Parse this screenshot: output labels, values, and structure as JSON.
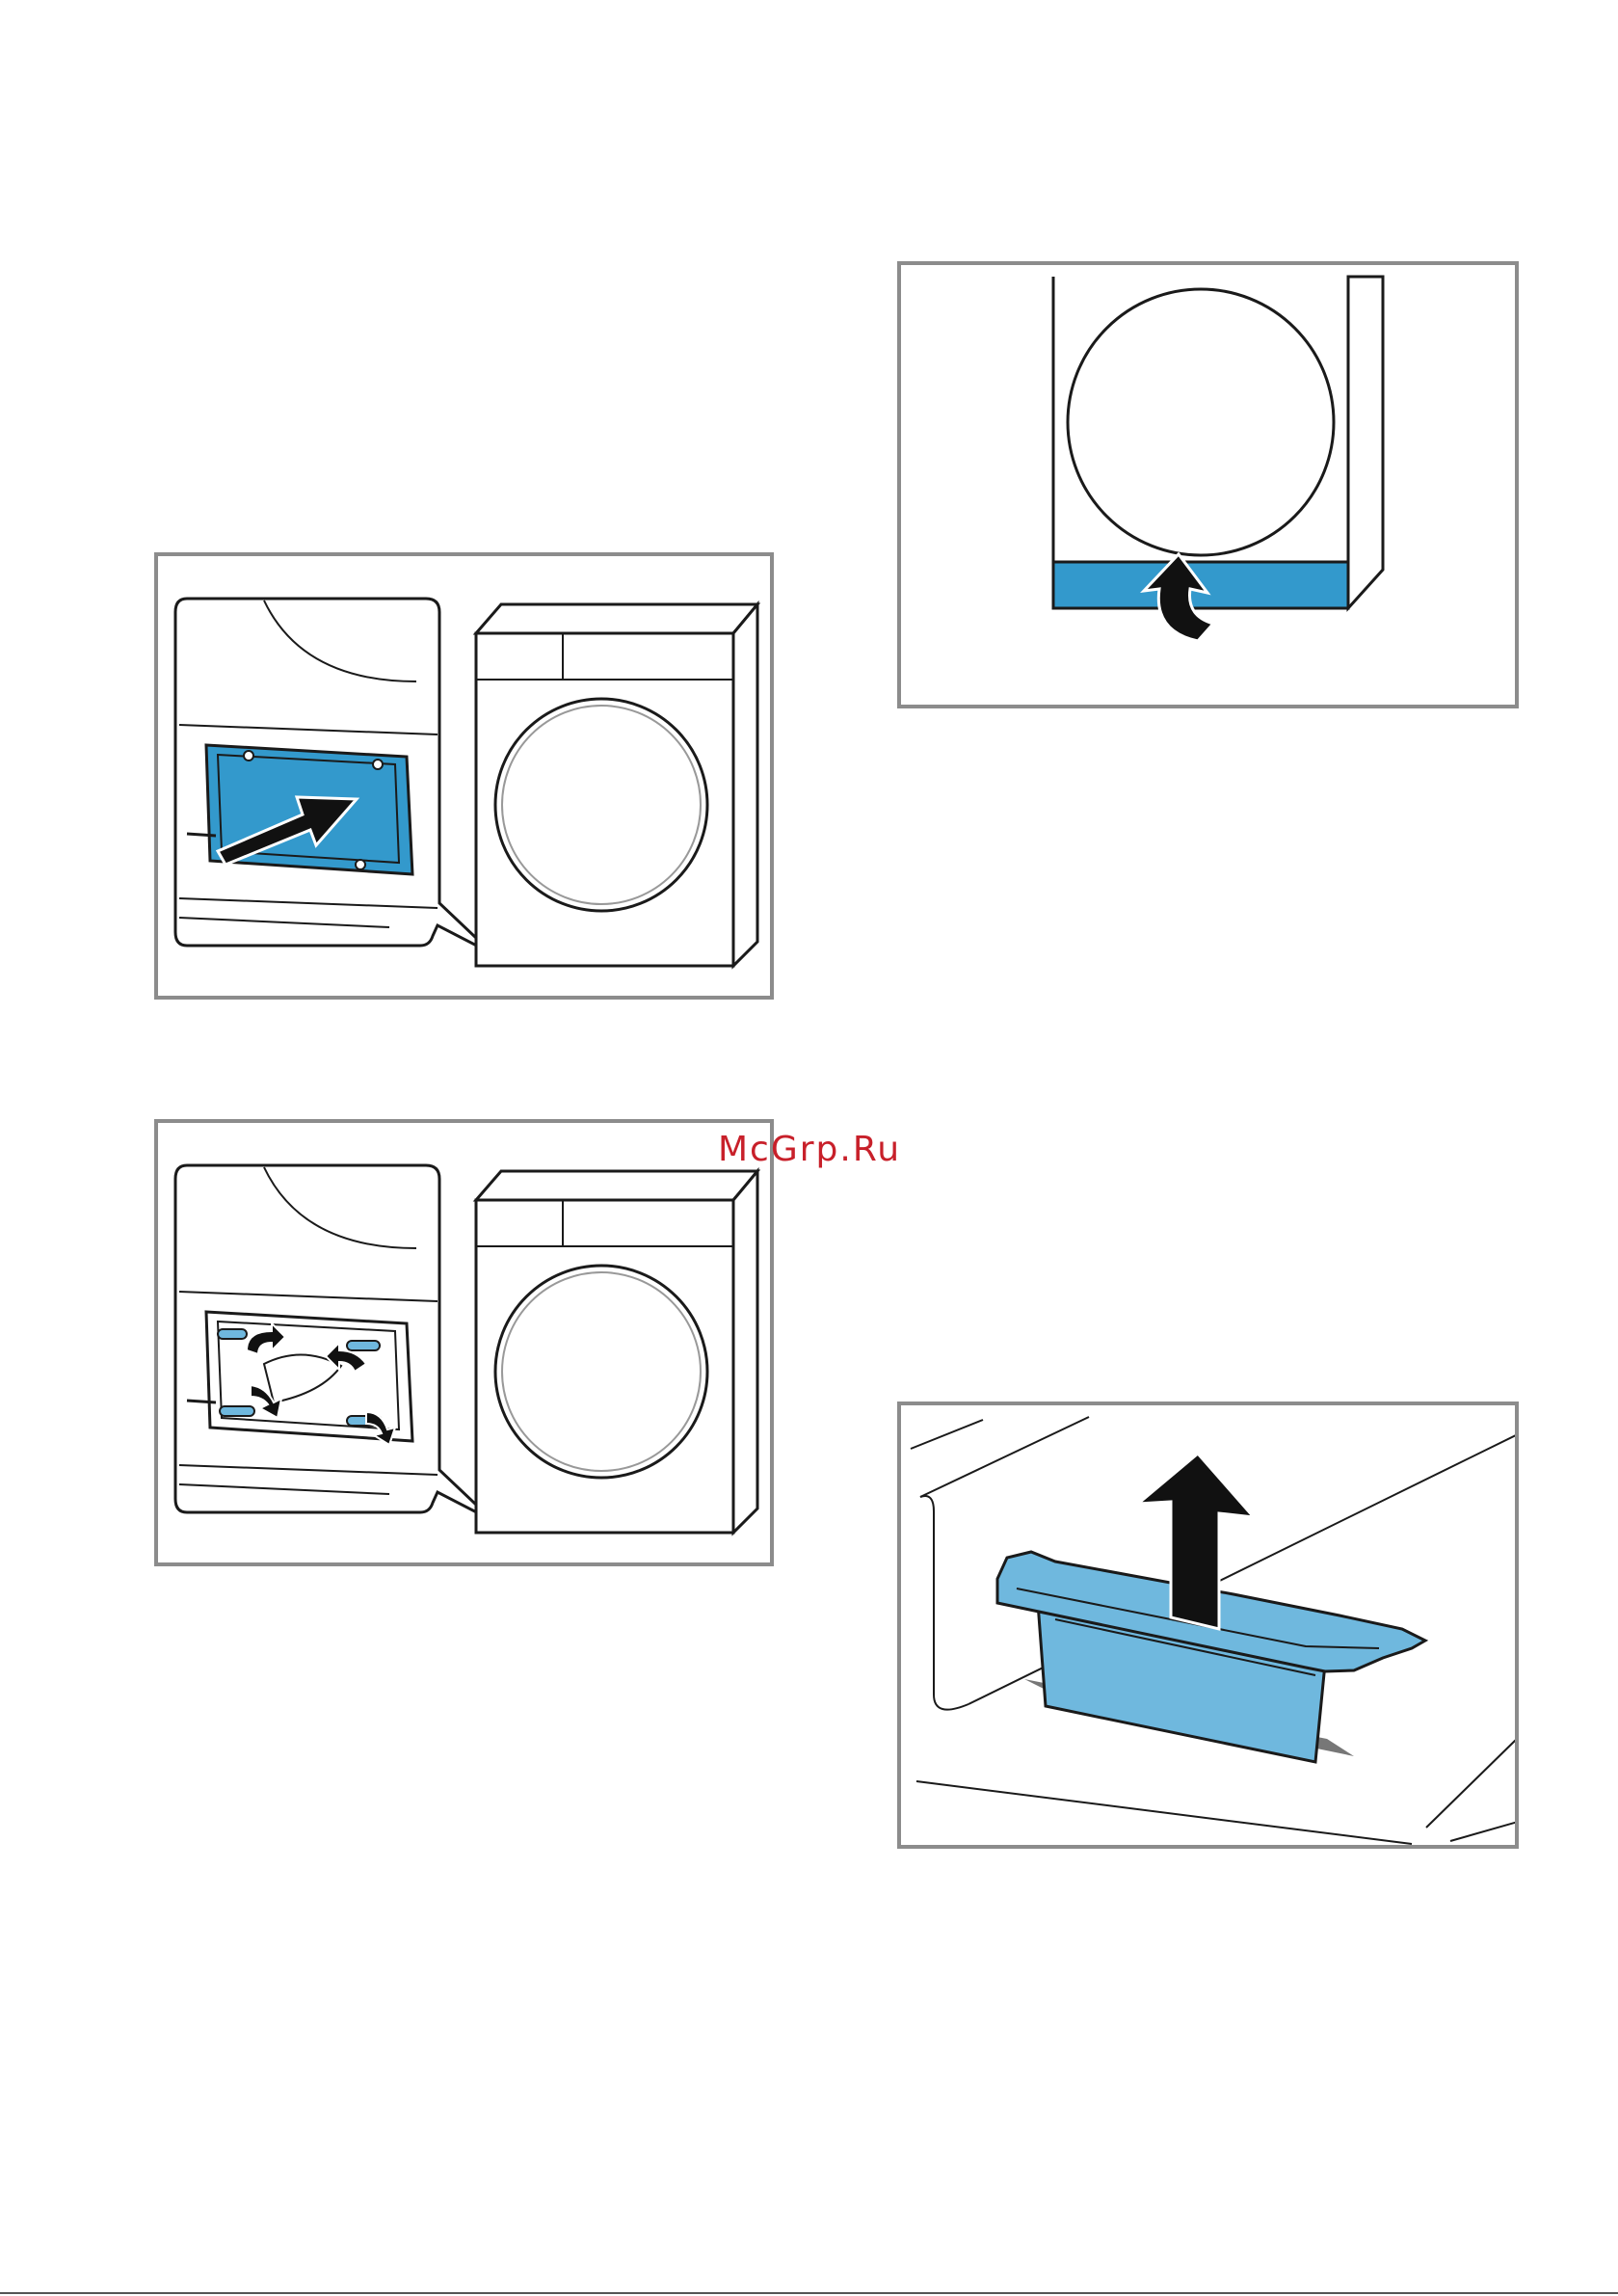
{
  "watermark": {
    "text": "McGrp.Ru",
    "color": "#c8202a"
  },
  "colors": {
    "accent_blue": "#3399cc",
    "light_blue": "#6fb8de",
    "frame_gray": "#8c8c8c",
    "outline": "#1a1a1a"
  },
  "figures": [
    {
      "id": "panel-1",
      "icons": [
        "dryer-icon",
        "flap-cover-icon",
        "push-arrow-icon"
      ]
    },
    {
      "id": "panel-2",
      "icons": [
        "dryer-icon",
        "flap-clips-icon",
        "rotate-arrow-icon"
      ]
    },
    {
      "id": "panel-3",
      "icons": [
        "dryer-front-icon",
        "base-strip-icon",
        "curved-arrow-icon"
      ]
    },
    {
      "id": "panel-4",
      "icons": [
        "water-tray-icon",
        "up-arrow-icon"
      ]
    }
  ]
}
